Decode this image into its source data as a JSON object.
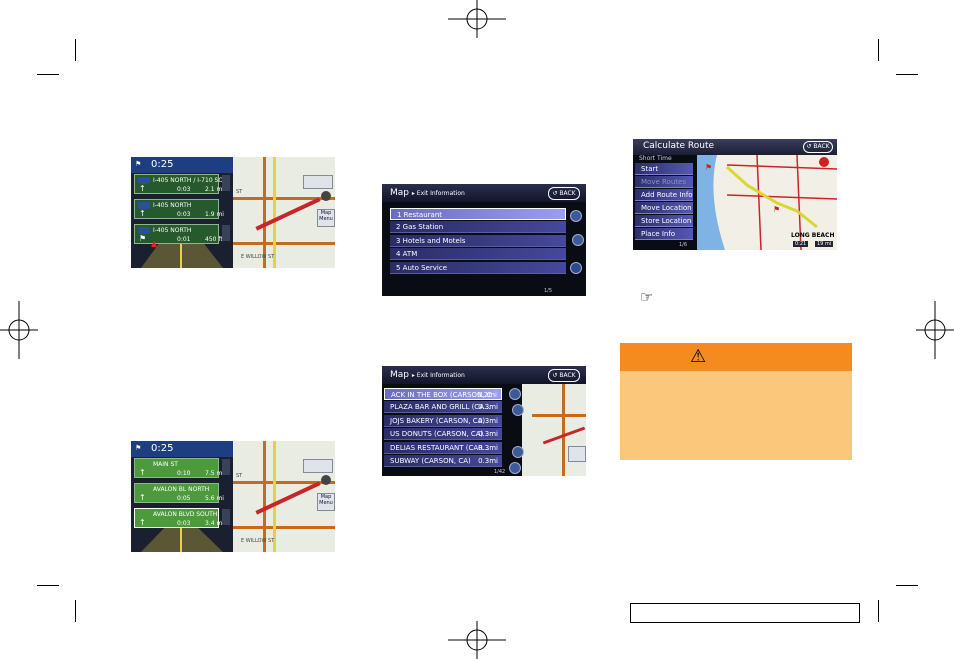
{
  "screens": {
    "guidance1": {
      "time": "0:25",
      "signs": [
        {
          "road": "I-405 NORTH / I-710 SO...",
          "time": "0:03",
          "dist": "2.1 mi"
        },
        {
          "road": "I-405 NORTH",
          "time": "0:03",
          "dist": "1.9 mi"
        },
        {
          "road": "I-405 NORTH",
          "time": "0:01",
          "dist": "450 ft"
        }
      ],
      "map_labels": [
        "ST",
        "E WILLOW ST"
      ],
      "map_button": "Map Menu",
      "colors": {
        "timebar": "#1d3f82",
        "sign": "#26592c"
      }
    },
    "guidance2": {
      "time": "0:25",
      "signs": [
        {
          "road": "MAIN ST",
          "time": "0:10",
          "dist": "7.5 mi"
        },
        {
          "road": "AVALON BL NORTH",
          "time": "0:05",
          "dist": "5.6 mi"
        },
        {
          "road": "AVALON BLVD SOUTH",
          "time": "0:03",
          "dist": "3.4 mi"
        }
      ],
      "map_labels": [
        "ST",
        "E WILLOW ST"
      ],
      "map_button": "Map Menu",
      "colors": {
        "sign": "#4d9a3c"
      }
    },
    "exit_info": {
      "header": "Map",
      "sub": "▸ Exit Information",
      "back": "BACK",
      "items": [
        "1  Restaurant",
        "2  Gas Station",
        "3  Hotels and Motels",
        "4  ATM",
        "5  Auto Service"
      ],
      "page": "1/5"
    },
    "exit_list": {
      "header": "Map",
      "sub": "▸ Exit Information",
      "back": "BACK",
      "items": [
        {
          "name": "ACK IN THE BOX (CARSON, C",
          "dist": "0.2mi"
        },
        {
          "name": "PLAZA BAR AND GRILL (CA...",
          "dist": "0.3mi"
        },
        {
          "name": "JOJS BAKERY (CARSON, CA)",
          "dist": "0.3mi"
        },
        {
          "name": "US DONUTS (CARSON, CA)",
          "dist": "0.3mi"
        },
        {
          "name": "DELIAS RESTAURANT (CAR...",
          "dist": "0.3mi"
        },
        {
          "name": "SUBWAY (CARSON, CA)",
          "dist": "0.3mi"
        }
      ],
      "page": "1/42"
    },
    "calc_route": {
      "title": "Calculate Route",
      "back": "BACK",
      "short_time": "Short Time",
      "items": [
        "Start",
        "Move Routes",
        "Add Route Info",
        "Move Location",
        "Store Location",
        "Place Info"
      ],
      "page": "1/6",
      "destination": "LONG BEACH",
      "route_time": "0:21",
      "route_dist": "19 mi"
    }
  },
  "reference_icon": "☞",
  "warning": {
    "icon": "⚠",
    "header_color": "#f58b1f",
    "body_color": "#fbc77a"
  }
}
